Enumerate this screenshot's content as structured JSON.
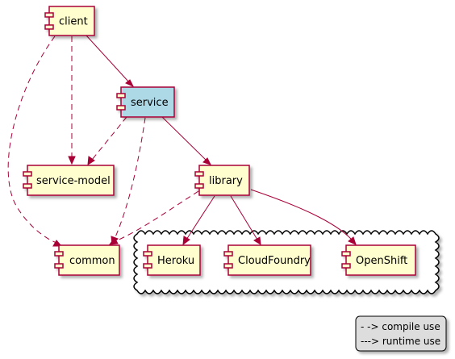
{
  "colors": {
    "node_fill": "#FEFECE",
    "service_fill": "#ADD8E6",
    "border": "#A80036",
    "legend_fill": "#DDDDDD"
  },
  "nodes": {
    "client": "client",
    "service": "service",
    "service_model": "service-model",
    "library": "library",
    "common": "common",
    "heroku": "Heroku",
    "cloudfoundry": "CloudFoundry",
    "openshift": "OpenShift"
  },
  "legend": {
    "line1": "- -> compile use",
    "line2": "---> runtime use"
  }
}
